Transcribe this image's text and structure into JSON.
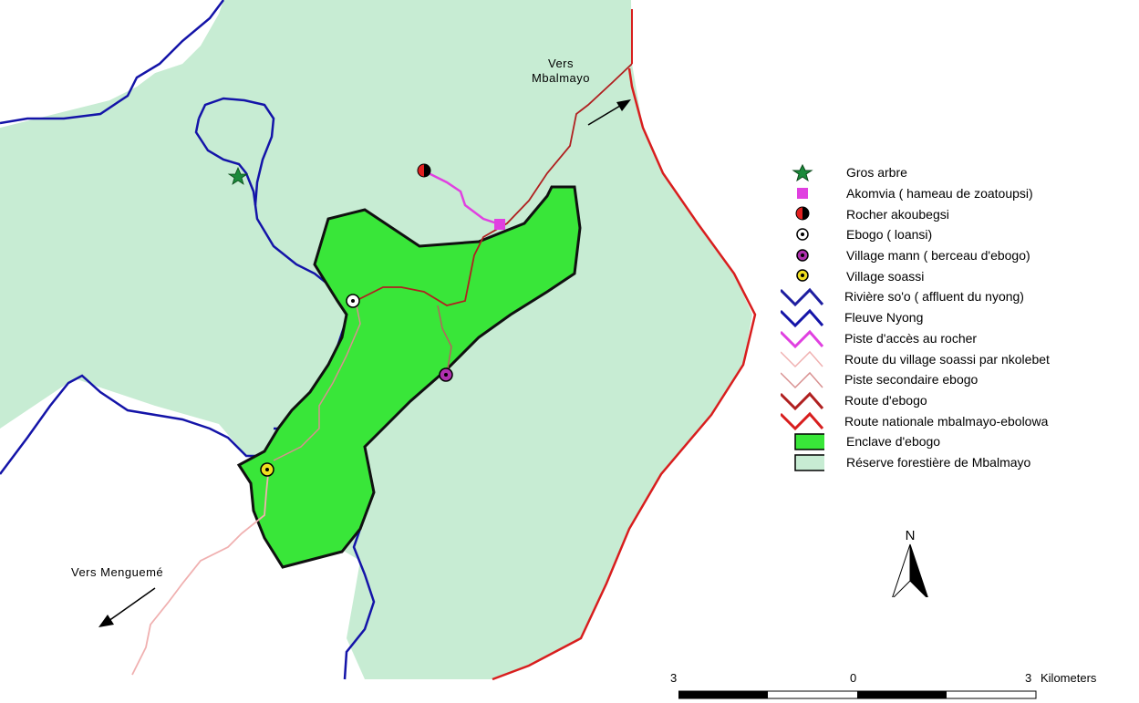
{
  "map": {
    "labels": {
      "north": "Vers\nMbalmayo",
      "southwest": "Vers Menguemé"
    },
    "colors": {
      "reserve_fill": "#c7ecd3",
      "enclave_fill": "#39e639",
      "river_nyong": "#1414a8",
      "river_soo": "#1e1ea0",
      "route_nationale": "#d81e1e",
      "route_ebogo": "#b02020",
      "piste_secondaire": "#d89090",
      "route_soassi": "#f0b0b0",
      "piste_rocher": "#e040e0"
    }
  },
  "legend": {
    "items": [
      {
        "id": "gros-arbre",
        "label": "Gros arbre",
        "symbol": "star-icon",
        "color": "#1a8a3a"
      },
      {
        "id": "akomvia",
        "label": "Akomvia  ( hameau de zoatoupsi)",
        "symbol": "square-icon",
        "color": "#e040e0"
      },
      {
        "id": "rocher",
        "label": "Rocher akoubegsi",
        "symbol": "half-circle-icon",
        "color": "#e02020"
      },
      {
        "id": "ebogo",
        "label": "Ebogo  ( loansi)",
        "symbol": "dot-circle-icon",
        "color": "#ffffff"
      },
      {
        "id": "village-mann",
        "label": "Village mann  ( berceau d'ebogo)",
        "symbol": "dot-circle-icon",
        "color": "#b030b0"
      },
      {
        "id": "village-soassi",
        "label": "Village soassi",
        "symbol": "dot-circle-icon",
        "color": "#f0e020"
      },
      {
        "id": "riviere-soo",
        "label": "Rivière so'o  ( affluent du nyong)",
        "symbol": "zigzag-icon",
        "color": "#1e1ea0"
      },
      {
        "id": "fleuve-nyong",
        "label": "Fleuve Nyong",
        "symbol": "zigzag-icon",
        "color": "#1414a8"
      },
      {
        "id": "piste-rocher",
        "label": "Piste d'accès au rocher",
        "symbol": "zigzag-icon",
        "color": "#e040e0"
      },
      {
        "id": "route-soassi",
        "label": "Route du village soassi par nkolebet",
        "symbol": "zigzag-icon",
        "color": "#f0b0b0"
      },
      {
        "id": "piste-secondaire",
        "label": "Piste secondaire ebogo",
        "symbol": "zigzag-icon",
        "color": "#d89090"
      },
      {
        "id": "route-ebogo",
        "label": "Route d'ebogo",
        "symbol": "zigzag-icon",
        "color": "#b02020"
      },
      {
        "id": "route-nationale",
        "label": "Route nationale mbalmayo-ebolowa",
        "symbol": "zigzag-icon",
        "color": "#d81e1e"
      },
      {
        "id": "enclave",
        "label": "Enclave d'ebogo",
        "symbol": "rect-icon",
        "color": "#39e639"
      },
      {
        "id": "reserve",
        "label": "Réserve forestière de Mbalmayo",
        "symbol": "rect-icon",
        "color": "#c7ecd3"
      }
    ]
  },
  "north_arrow": {
    "label": "N"
  },
  "scale": {
    "left": "3",
    "middle": "0",
    "right": "3",
    "unit": "Kilometers"
  }
}
